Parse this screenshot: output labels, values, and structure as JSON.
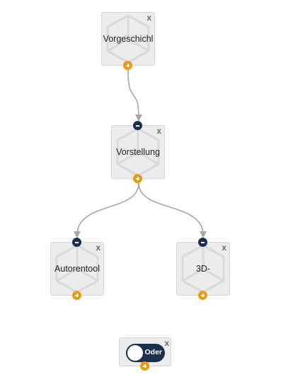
{
  "canvas": {
    "background": "#ffffff",
    "edge_color": "#a8a8a8",
    "colors": {
      "node_fill": "#ececec",
      "node_border": "#d6d6d6",
      "input_port": "#1c2f50",
      "output_port": "#e89b17",
      "toggle": "#1c2f50"
    }
  },
  "nodes": [
    {
      "id": "vorgeschichte",
      "label": "Vorgeschichl",
      "close": "x",
      "has_input": false,
      "icon": "hexagon-icon"
    },
    {
      "id": "vorstellung",
      "label": "Vorstellung",
      "close": "x",
      "has_input": true,
      "icon": "hexagon-icon"
    },
    {
      "id": "autorentool",
      "label": "Autorentool",
      "close": "x",
      "has_input": true,
      "icon": "hexagon-icon"
    },
    {
      "id": "3d",
      "label": "3D-",
      "close": "x",
      "has_input": true,
      "icon": "hexagon-icon"
    }
  ],
  "connections": [
    {
      "from": "vorgeschichte",
      "to": "vorstellung"
    },
    {
      "from": "vorstellung",
      "to": "autorentool"
    },
    {
      "from": "vorstellung",
      "to": "3d"
    }
  ],
  "oder_node": {
    "toggle_label": "Oder",
    "close": "x",
    "toggle_on": true
  }
}
